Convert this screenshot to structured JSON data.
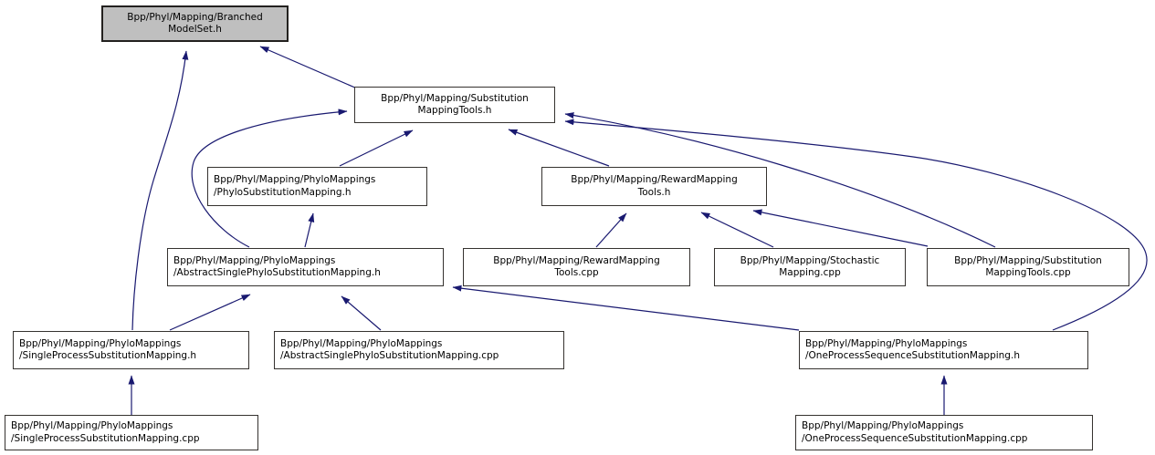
{
  "diagram": {
    "type": "doxygen-included-by-graph",
    "root_file": "Bpp/Phyl/Mapping/BranchedModelSet.h",
    "colors": {
      "edge": "#191970",
      "node_fill": "#ffffff",
      "root_node_fill": "#bfbfbf",
      "node_border": "#35322f",
      "text": "#000000",
      "background": "#ffffff"
    },
    "nodes": [
      {
        "id": "branchedmodelset-h",
        "line1": "Bpp/Phyl/Mapping/Branched",
        "line2": "ModelSet.h",
        "role": "root"
      },
      {
        "id": "substmappingtools-h",
        "line1": "Bpp/Phyl/Mapping/Substitution",
        "line2": "MappingTools.h",
        "role": "header"
      },
      {
        "id": "phylosubstmapping-h",
        "line1": "Bpp/Phyl/Mapping/PhyloMappings",
        "line2": "/PhyloSubstitutionMapping.h",
        "role": "header"
      },
      {
        "id": "rewardmappingtools-h",
        "line1": "Bpp/Phyl/Mapping/RewardMapping",
        "line2": "Tools.h",
        "role": "header"
      },
      {
        "id": "abstractsingle-h",
        "line1": "Bpp/Phyl/Mapping/PhyloMappings",
        "line2": "/AbstractSinglePhyloSubstitutionMapping.h",
        "role": "header"
      },
      {
        "id": "rewardmappingtools-cpp",
        "line1": "Bpp/Phyl/Mapping/RewardMapping",
        "line2": "Tools.cpp",
        "role": "source"
      },
      {
        "id": "stochasticmapping-cpp",
        "line1": "Bpp/Phyl/Mapping/Stochastic",
        "line2": "Mapping.cpp",
        "role": "source"
      },
      {
        "id": "substmappingtools-cpp",
        "line1": "Bpp/Phyl/Mapping/Substitution",
        "line2": "MappingTools.cpp",
        "role": "source"
      },
      {
        "id": "singleprocess-h",
        "line1": "Bpp/Phyl/Mapping/PhyloMappings",
        "line2": "/SingleProcessSubstitutionMapping.h",
        "role": "header"
      },
      {
        "id": "abstractsingle-cpp",
        "line1": "Bpp/Phyl/Mapping/PhyloMappings",
        "line2": "/AbstractSinglePhyloSubstitutionMapping.cpp",
        "role": "source"
      },
      {
        "id": "oneprocess-h",
        "line1": "Bpp/Phyl/Mapping/PhyloMappings",
        "line2": "/OneProcessSequenceSubstitutionMapping.h",
        "role": "header"
      },
      {
        "id": "singleprocess-cpp",
        "line1": "Bpp/Phyl/Mapping/PhyloMappings",
        "line2": "/SingleProcessSubstitutionMapping.cpp",
        "role": "source"
      },
      {
        "id": "oneprocess-cpp",
        "line1": "Bpp/Phyl/Mapping/PhyloMappings",
        "line2": "/OneProcessSequenceSubstitutionMapping.cpp",
        "role": "source"
      }
    ],
    "edges": [
      {
        "from": "substmappingtools-h",
        "to": "branchedmodelset-h"
      },
      {
        "from": "singleprocess-h",
        "to": "branchedmodelset-h"
      },
      {
        "from": "phylosubstmapping-h",
        "to": "substmappingtools-h"
      },
      {
        "from": "rewardmappingtools-h",
        "to": "substmappingtools-h"
      },
      {
        "from": "abstractsingle-h",
        "to": "substmappingtools-h"
      },
      {
        "from": "substmappingtools-cpp",
        "to": "substmappingtools-h"
      },
      {
        "from": "oneprocess-h",
        "to": "substmappingtools-h"
      },
      {
        "from": "abstractsingle-h",
        "to": "phylosubstmapping-h"
      },
      {
        "from": "rewardmappingtools-cpp",
        "to": "rewardmappingtools-h"
      },
      {
        "from": "stochasticmapping-cpp",
        "to": "rewardmappingtools-h"
      },
      {
        "from": "substmappingtools-cpp",
        "to": "rewardmappingtools-h"
      },
      {
        "from": "singleprocess-h",
        "to": "abstractsingle-h"
      },
      {
        "from": "abstractsingle-cpp",
        "to": "abstractsingle-h"
      },
      {
        "from": "oneprocess-h",
        "to": "abstractsingle-h"
      },
      {
        "from": "singleprocess-cpp",
        "to": "singleprocess-h"
      },
      {
        "from": "oneprocess-cpp",
        "to": "oneprocess-h"
      }
    ]
  }
}
